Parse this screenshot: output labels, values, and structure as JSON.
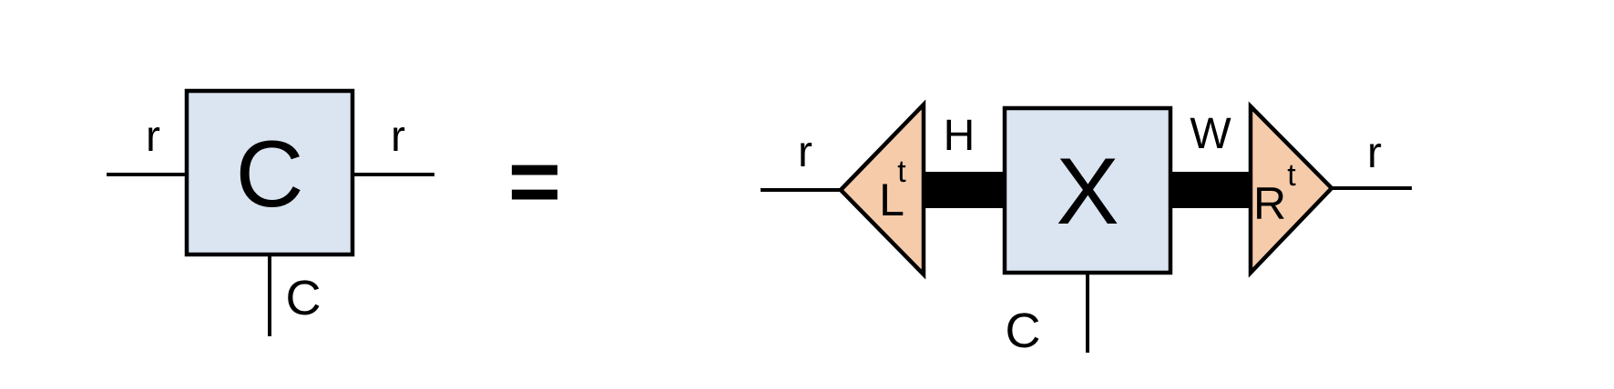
{
  "colors": {
    "background": "#ffffff",
    "text": "#000000",
    "stroke": "#000000",
    "thick_edge": "#000000",
    "matrix_fill_blue": "#dbe5f1",
    "triangle_fill_orange": "#f5cbaa"
  },
  "equation": {
    "equals_sign": "="
  },
  "lhs": {
    "node_label": "C",
    "left_leg_label": "r",
    "right_leg_label": "r",
    "bottom_leg_label": "C"
  },
  "rhs": {
    "left_leg_label": "r",
    "left_triangle": {
      "base": "L",
      "sup": "t"
    },
    "left_edge_label": "H",
    "node_label": "X",
    "right_edge_label": "W",
    "right_triangle": {
      "base": "R",
      "sup": "t"
    },
    "right_leg_label": "r",
    "bottom_leg_label": "C"
  }
}
